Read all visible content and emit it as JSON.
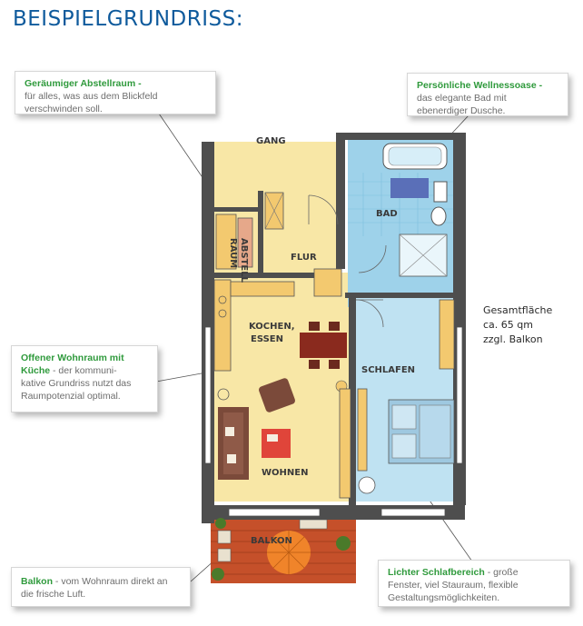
{
  "title": "BEISPIELGRUNDRISS:",
  "rooms": {
    "gang": "GANG",
    "bad": "BAD",
    "abstell_line1": "ABSTELL",
    "abstell_line2": "RAUM",
    "flur": "FLUR",
    "kochen_line1": "KOCHEN,",
    "kochen_line2": "ESSEN",
    "schlafen": "SCHLAFEN",
    "wohnen": "WOHNEN",
    "balkon": "BALKON"
  },
  "area": {
    "line1": "Gesamtfläche",
    "line2": "ca. 65 qm",
    "line3": "zzgl. Balkon"
  },
  "callouts": {
    "abstellraum": {
      "heading": "Geräumiger Abstellraum -",
      "line1": "für alles, was aus dem Blickfeld",
      "line2": "verschwinden soll."
    },
    "wellness": {
      "heading": "Persönliche Wellnessoase -",
      "line1": "das elegante Bad mit",
      "line2": "ebenerdiger Dusche."
    },
    "wohnraum": {
      "heading1": "Offener Wohnraum mit",
      "heading2": "Küche",
      "text1": " - der kommuni-",
      "line2": "kative Grundriss nutzt das",
      "line3": "Raumpotenzial optimal."
    },
    "balkon": {
      "heading": "Balkon",
      "text1": " - vom Wohnraum direkt an",
      "line2": "die frische Luft."
    },
    "schlafbereich": {
      "heading": "Lichter Schlafbereich",
      "text1": " - große",
      "line2": "Fenster, viel Stauraum, flexible",
      "line3": "Gestaltungsmöglichkeiten."
    }
  },
  "colors": {
    "title": "#0e5a9c",
    "highlight": "#2f9a3c",
    "wall": "#4e4e4e",
    "living_floor": "#f8e7a6",
    "bedroom_floor": "#bfe2f2",
    "bath_floor": "#9ed2ea",
    "balcony_floor": "#c5502a"
  }
}
